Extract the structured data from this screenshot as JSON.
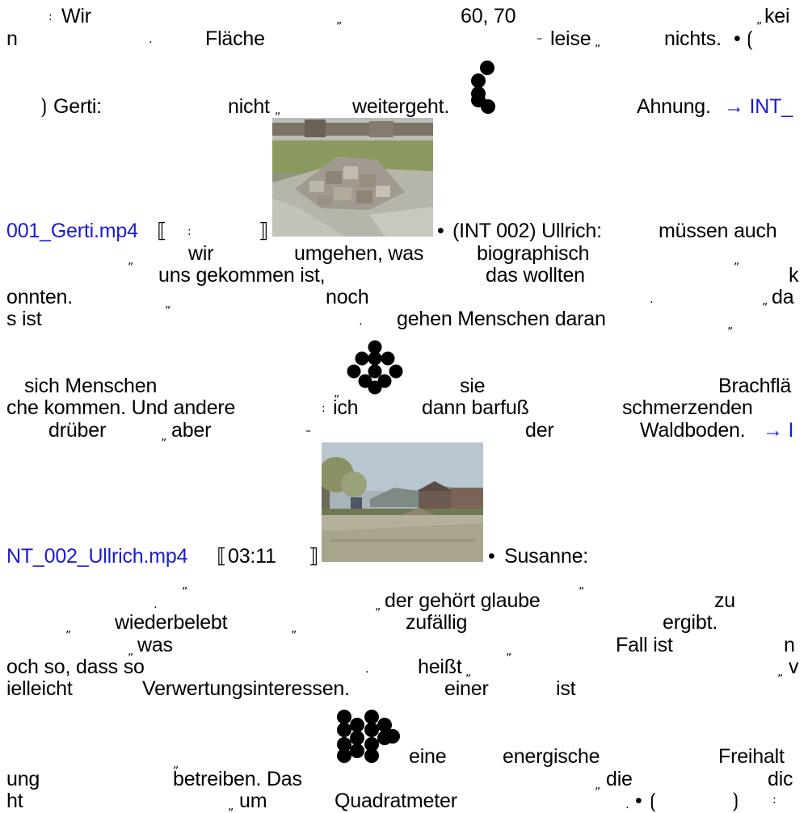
{
  "text": {
    "l1_wir": "Wir",
    "l1_6070": "60, 70",
    "l1_kei": "kei",
    "l2_n": "n",
    "l2_flaeche": "Fläche",
    "l2_leise": "leise",
    "l2_nichts": "nichts.",
    "l3_gerti": "Gerti:",
    "l3_nicht": "nicht",
    "l3_weitergeht": "weitergeht.",
    "l3_ahnung": "Ahnung.",
    "l3_link_a": "→ INT_",
    "l4_link_b": "001_Gerti.mp4",
    "l4_int002": "(INT 002) Ullrich:",
    "l4_muessen": "müssen auch",
    "l5_wir": "wir",
    "l5_umgehen": "umgehen, was",
    "l5_biographisch": "biographisch",
    "l6_uns": "uns gekommen ist,",
    "l6_das": "das wollten",
    "l6_k": "k",
    "l7_onnten": "onnten.",
    "l7_noch": "noch",
    "l7_da": "da",
    "l8_sist": "s ist",
    "l8_gehen": "gehen Menschen daran",
    "l9_sich": "sich Menschen",
    "l9_sie": "sie",
    "l9_brachfla": "Brachflä",
    "l10_che": "che kommen. Und andere",
    "l10_ich": "ich",
    "l10_barfuss": "dann barfuß",
    "l10_schmerzenden": "schmerzenden",
    "l11_drueber": "drüber",
    "l11_aber": "aber",
    "l11_der": "der",
    "l11_waldboden": "Waldboden.",
    "l11_link_a": "→ I",
    "l12_link_b": "NT_002_Ullrich.mp4",
    "l12_time": "03:11",
    "l12_susanne": "Susanne:",
    "l13_gehoert": "der gehört glaube",
    "l13_zu": "zu",
    "l14_wiederbelebt": "wiederbelebt",
    "l14_zufaellig": "zufällig",
    "l14_ergibt": "ergibt.",
    "l15_was": "was",
    "l15_fall": "Fall ist",
    "l15_n": "n",
    "l16_och": "och so, dass so",
    "l16_heisst": "heißt",
    "l16_v": "v",
    "l17_ielleicht": "ielleicht",
    "l17_verwertung": "Verwertungsinteressen.",
    "l17_einer": "einer",
    "l17_ist": "ist",
    "l18_eine": "eine",
    "l18_energische": "energische",
    "l18_freihalt": "Freihalt",
    "l19_ung": "ung",
    "l19_betreiben": "betreiben. Das",
    "l19_die": "die",
    "l19_dic": "dic",
    "l20_ht": "ht",
    "l20_um": "um",
    "l20_quadratmeter": "Quadratmeter"
  },
  "marks": {
    "colon": ":",
    "comma": "„",
    "period": "․",
    "dash": "–",
    "bullet": "•",
    "open_paren": "⟮",
    "close_paren": "⟯",
    "open_bracket": "⟦",
    "close_bracket": "⟧"
  },
  "colors": {
    "link": "#1a1ad6",
    "text": "#000000",
    "background": "#ffffff"
  }
}
